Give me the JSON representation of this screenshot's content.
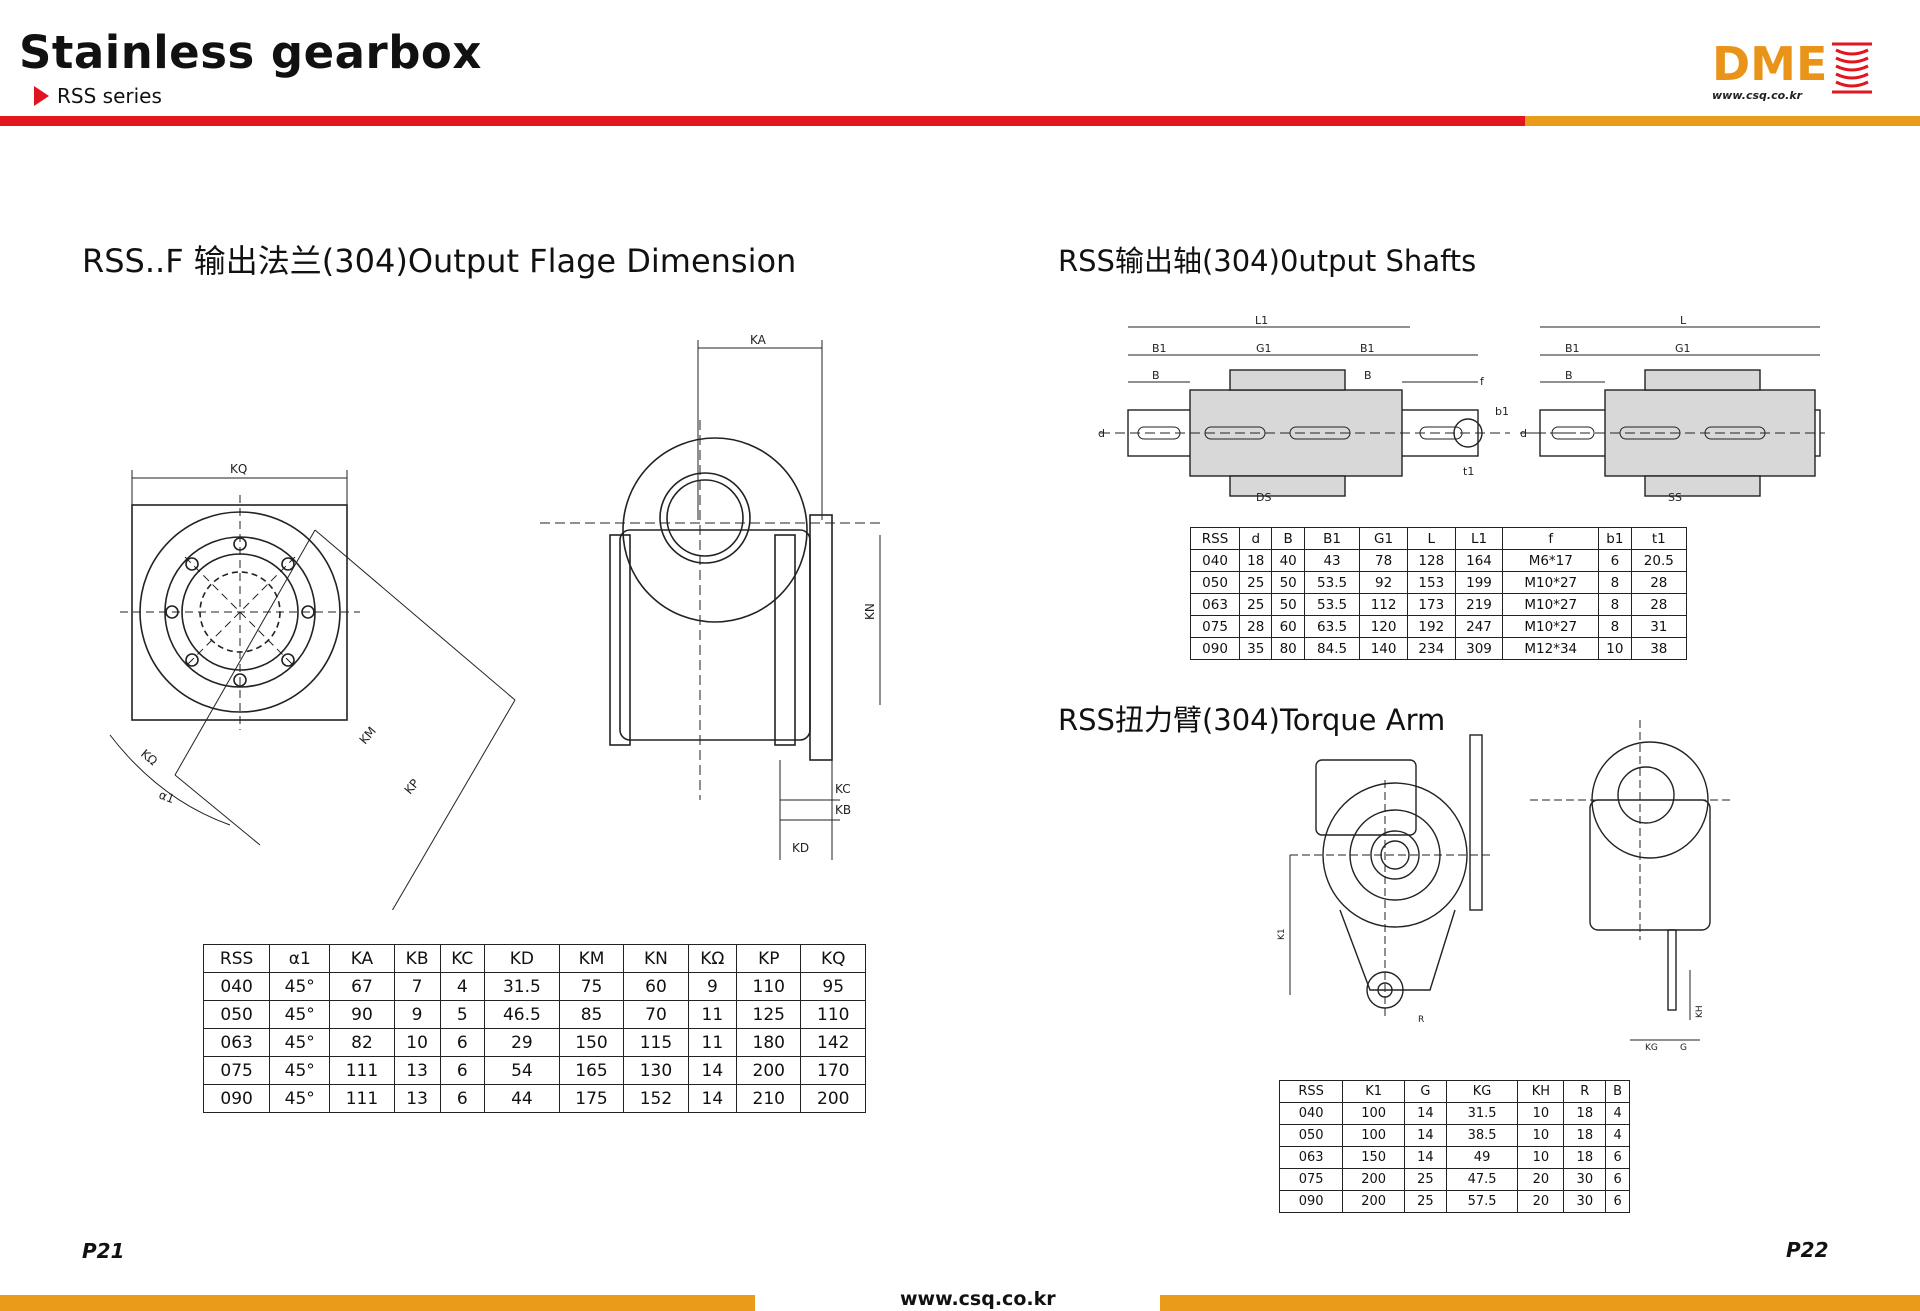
{
  "header": {
    "title": "Stainless gearbox",
    "subtitle": "RSS series",
    "logo_text": "DME",
    "logo_url": "www.csq.co.kr"
  },
  "colors": {
    "accent_red": "#e1161f",
    "accent_orange": "#e89c1a",
    "logo_orange": "#e99419"
  },
  "sections": {
    "flange_title": "RSS..F 输出法兰(304)Output Flage Dimension",
    "shafts_title": "RSS输出轴(304)0utput Shafts",
    "torque_title": "RSS扭力臂(304)Torque Arm"
  },
  "drawing_labels": {
    "flange": [
      "KQ",
      "KA",
      "KN",
      "KM",
      "KP",
      "KΩ",
      "α1",
      "KC",
      "KB",
      "KD"
    ],
    "shafts": [
      "L1",
      "B1",
      "G1",
      "B1",
      "B",
      "B",
      "d",
      "f",
      "b1",
      "t1",
      "d",
      "L",
      "B1",
      "G1",
      "B",
      "DS",
      "SS"
    ],
    "torque": [
      "K1",
      "R",
      "KG",
      "G",
      "KH"
    ]
  },
  "flange_table": {
    "headers": [
      "RSS",
      "α1",
      "KA",
      "KB",
      "KC",
      "KD",
      "KM",
      "KN",
      "KΩ",
      "KP",
      "KQ"
    ],
    "rows": [
      [
        "040",
        "45°",
        "67",
        "7",
        "4",
        "31.5",
        "75",
        "60",
        "9",
        "110",
        "95"
      ],
      [
        "050",
        "45°",
        "90",
        "9",
        "5",
        "46.5",
        "85",
        "70",
        "11",
        "125",
        "110"
      ],
      [
        "063",
        "45°",
        "82",
        "10",
        "6",
        "29",
        "150",
        "115",
        "11",
        "180",
        "142"
      ],
      [
        "075",
        "45°",
        "111",
        "13",
        "6",
        "54",
        "165",
        "130",
        "14",
        "200",
        "170"
      ],
      [
        "090",
        "45°",
        "111",
        "13",
        "6",
        "44",
        "175",
        "152",
        "14",
        "210",
        "200"
      ]
    ]
  },
  "shafts_table": {
    "headers": [
      "RSS",
      "d",
      "B",
      "B1",
      "G1",
      "L",
      "L1",
      "f",
      "b1",
      "t1"
    ],
    "rows": [
      [
        "040",
        "18",
        "40",
        "43",
        "78",
        "128",
        "164",
        "M6*17",
        "6",
        "20.5"
      ],
      [
        "050",
        "25",
        "50",
        "53.5",
        "92",
        "153",
        "199",
        "M10*27",
        "8",
        "28"
      ],
      [
        "063",
        "25",
        "50",
        "53.5",
        "112",
        "173",
        "219",
        "M10*27",
        "8",
        "28"
      ],
      [
        "075",
        "28",
        "60",
        "63.5",
        "120",
        "192",
        "247",
        "M10*27",
        "8",
        "31"
      ],
      [
        "090",
        "35",
        "80",
        "84.5",
        "140",
        "234",
        "309",
        "M12*34",
        "10",
        "38"
      ]
    ]
  },
  "torque_table": {
    "headers": [
      "RSS",
      "K1",
      "G",
      "KG",
      "KH",
      "R",
      "B"
    ],
    "rows": [
      [
        "040",
        "100",
        "14",
        "31.5",
        "10",
        "18",
        "4"
      ],
      [
        "050",
        "100",
        "14",
        "38.5",
        "10",
        "18",
        "4"
      ],
      [
        "063",
        "150",
        "14",
        "49",
        "10",
        "18",
        "6"
      ],
      [
        "075",
        "200",
        "25",
        "47.5",
        "20",
        "30",
        "6"
      ],
      [
        "090",
        "200",
        "25",
        "57.5",
        "20",
        "30",
        "6"
      ]
    ]
  },
  "footer": {
    "page_left": "P21",
    "page_right": "P22",
    "url": "www.csq.co.kr"
  }
}
